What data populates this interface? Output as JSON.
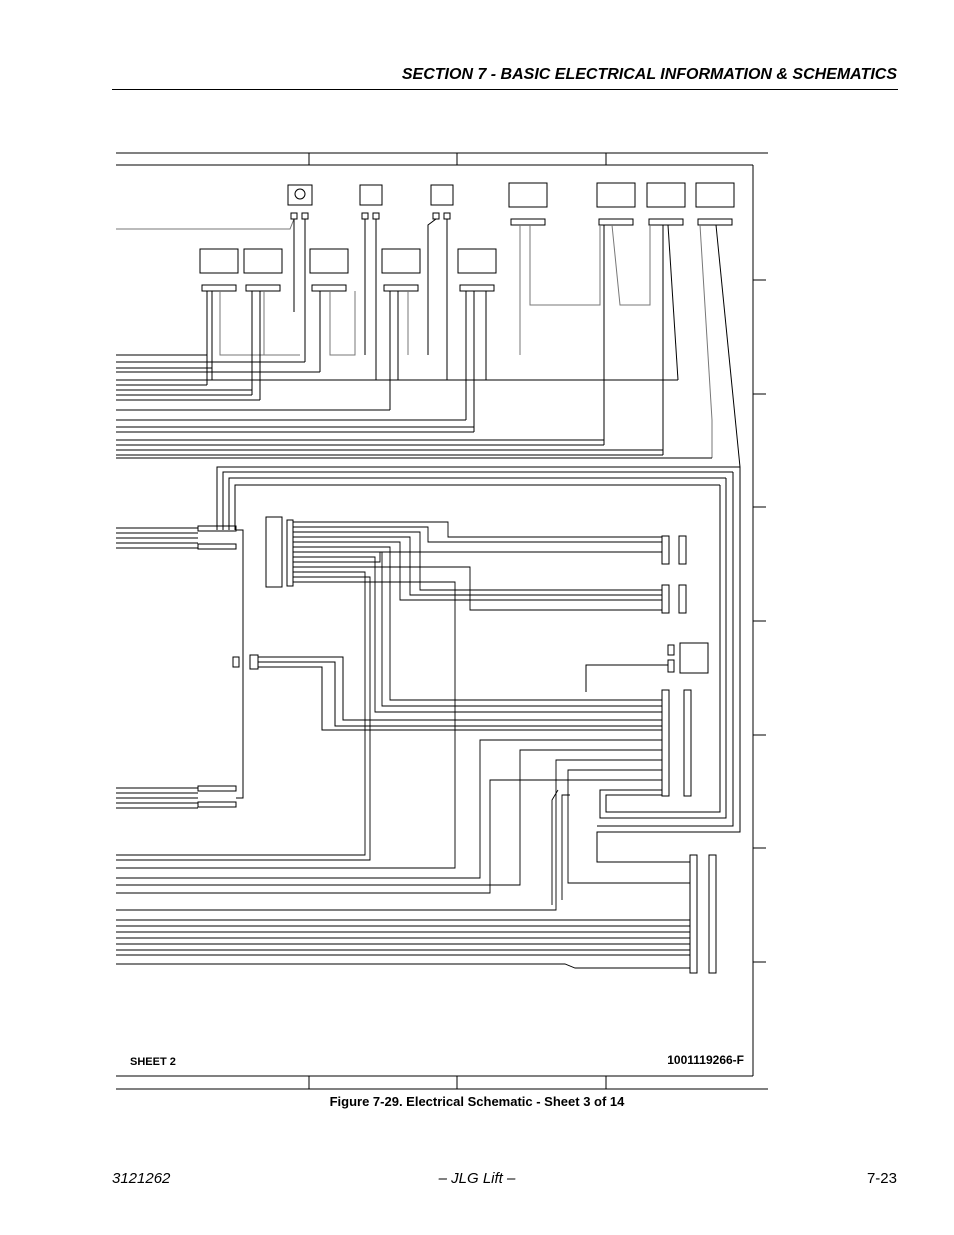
{
  "header": {
    "section_title": "SECTION 7 - BASIC ELECTRICAL INFORMATION & SCHEMATICS"
  },
  "schematic": {
    "sheet_ref": "SHEET 2",
    "drawing_number": "1001119266-F"
  },
  "figure": {
    "caption": "Figure 7-29.  Electrical Schematic - Sheet 3 of 14"
  },
  "footer": {
    "doc_number": "3121262",
    "brand": "– JLG Lift –",
    "page_number": "7-23"
  }
}
